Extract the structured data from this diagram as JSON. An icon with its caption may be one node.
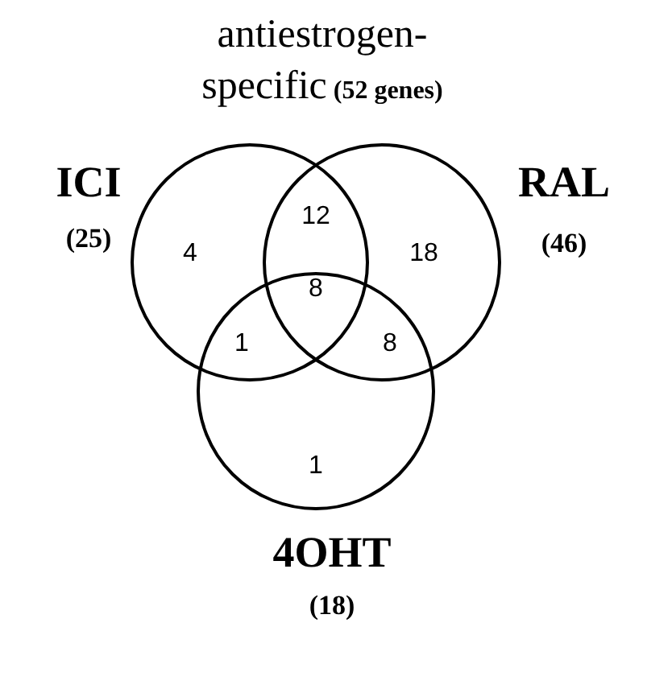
{
  "diagram": {
    "title": "antiestrogen-specific (52 genes)",
    "nodes": [
      {
        "text": [
          "ICI",
          "(25)"
        ]
      },
      {
        "text": [
          "RAL",
          "(46)"
        ]
      },
      {
        "text": [
          "4OHT",
          "(18)"
        ]
      }
    ],
    "labels": [
      "4",
      "12",
      "18",
      "1",
      "8",
      "8",
      "1"
    ]
  }
}
